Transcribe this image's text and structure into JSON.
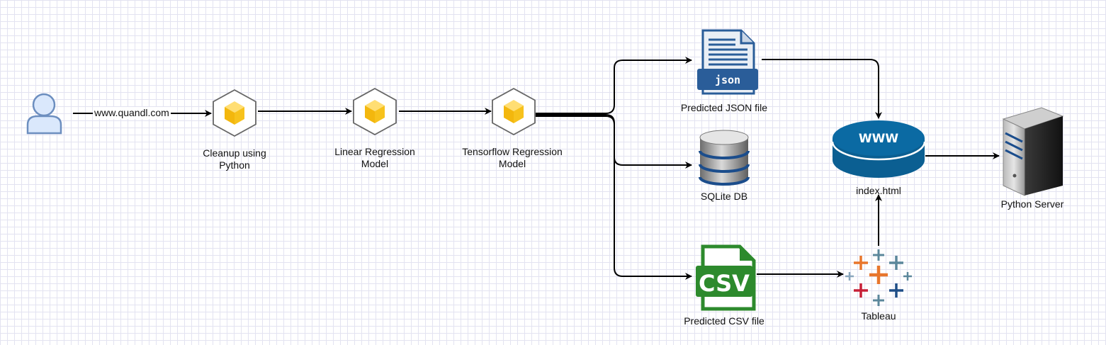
{
  "nodes": {
    "user": {
      "icon": "user-icon"
    },
    "quandl": {
      "label": "www.quandl.com"
    },
    "cleanup": {
      "label": "Cleanup using\nPython",
      "icon": "cube-icon"
    },
    "linear": {
      "label": "Linear Regression\nModel",
      "icon": "cube-icon"
    },
    "tensorflow": {
      "label": "Tensorflow Regression\nModel",
      "icon": "cube-icon"
    },
    "json_file": {
      "label": "Predicted JSON file",
      "icon": "json-file-icon",
      "badge": "json"
    },
    "sqlite": {
      "label": "SQLite DB",
      "icon": "database-icon"
    },
    "csv_file": {
      "label": "Predicted CSV file",
      "icon": "csv-file-icon",
      "badge": "CSV"
    },
    "www": {
      "label": "index.html",
      "icon": "www-disk-icon",
      "badge": "WWW"
    },
    "tableau": {
      "label": "Tableau",
      "icon": "tableau-icon"
    },
    "server": {
      "label": "Python Server",
      "icon": "server-icon"
    }
  },
  "colors": {
    "cube_yellow": "#f9c21a",
    "user_blue": "#6c8ebf",
    "json_blue": "#2a5d99",
    "csv_green": "#2d8a2d",
    "www_blue": "#0b5f92",
    "tableau_orange": "#e8762c",
    "tableau_blue": "#1f4e87",
    "tableau_red": "#c72037",
    "tableau_teal": "#5b879b"
  }
}
